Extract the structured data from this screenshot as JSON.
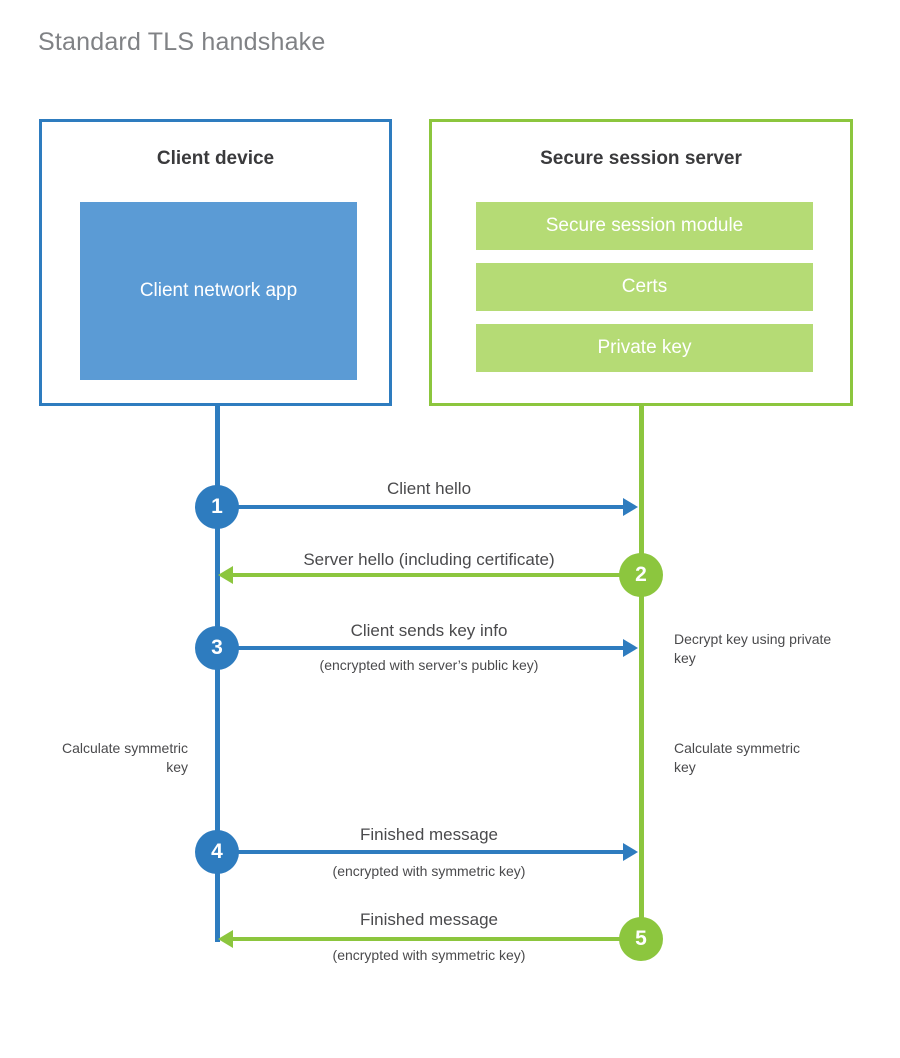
{
  "page": {
    "title": "Standard TLS handshake",
    "background": "#ffffff"
  },
  "colors": {
    "client_accent": "#2E7CBF",
    "client_fill": "#5B9BD5",
    "server_accent": "#8CC63E",
    "server_fill": "#B5DB75",
    "title_text": "#808285",
    "body_text": "#4A4A4C",
    "heading_text": "#3A3A3C"
  },
  "client": {
    "title": "Client device",
    "app_label": "Client network app"
  },
  "server": {
    "title": "Secure session server",
    "components": [
      {
        "label": "Secure session module"
      },
      {
        "label": "Certs"
      },
      {
        "label": "Private key"
      }
    ]
  },
  "steps": [
    {
      "number": "1",
      "side": "client",
      "direction": "client-to-server",
      "label": "Client hello",
      "sublabel": ""
    },
    {
      "number": "2",
      "side": "server",
      "direction": "server-to-client",
      "label": "Server hello (including certificate)",
      "sublabel": ""
    },
    {
      "number": "3",
      "side": "client",
      "direction": "client-to-server",
      "label": "Client sends key info",
      "sublabel": "(encrypted with server’s public key)"
    },
    {
      "number": "4",
      "side": "client",
      "direction": "client-to-server",
      "label": "Finished message",
      "sublabel": "(encrypted with symmetric key)"
    },
    {
      "number": "5",
      "side": "server",
      "direction": "server-to-client",
      "label": "Finished message",
      "sublabel": "(encrypted with symmetric key)"
    }
  ],
  "annotations": {
    "decrypt_key": "Decrypt key using private key",
    "calculate_symmetric_key_client": "Calculate symmetric key",
    "calculate_symmetric_key_server": "Calculate symmetric key"
  }
}
